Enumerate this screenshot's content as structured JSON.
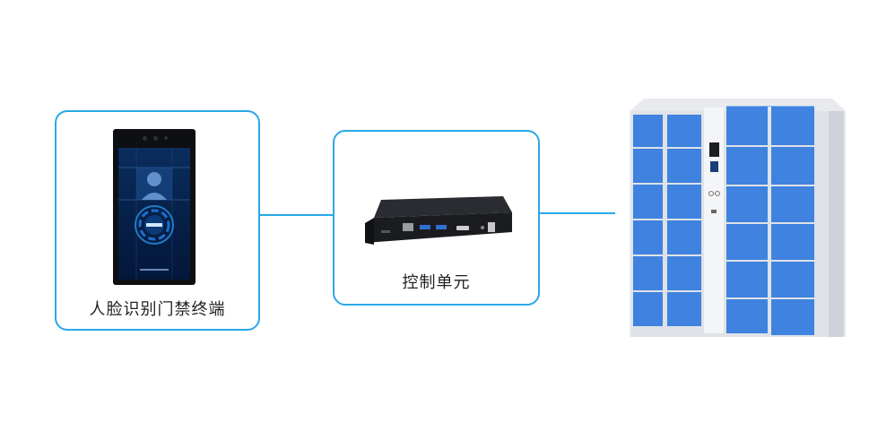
{
  "nodes": [
    {
      "label": "人脸识别门禁终端",
      "device": "face-recognition-terminal"
    },
    {
      "label": "控制单元",
      "device": "control-box"
    },
    {
      "device": "smart-locker"
    }
  ],
  "colors": {
    "box_border": "#29a8e8",
    "connector": "#29a8e8",
    "locker_door": "#3f82e0",
    "label_text": "#222222"
  }
}
